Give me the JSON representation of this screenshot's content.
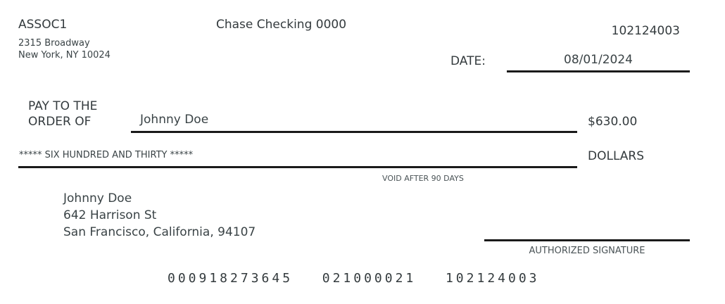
{
  "payer": {
    "name": "ASSOC1",
    "address_line1": "2315 Broadway",
    "address_line2": "New York, NY 10024"
  },
  "bank_account": "Chase Checking 0000",
  "check_number": "102124003",
  "date": {
    "label": "DATE:",
    "value": "08/01/2024"
  },
  "pay_to": {
    "label_line1": "PAY TO THE",
    "label_line2": "ORDER OF",
    "payee": "Johnny Doe",
    "amount": "$630.00"
  },
  "amount_words": "***** SIX HUNDRED AND THIRTY *****",
  "currency_label": "DOLLARS",
  "void_notice": "VOID AFTER 90 DAYS",
  "recipient": {
    "name": "Johnny Doe",
    "street": "642 Harrison St",
    "city_state_zip": "San Francisco, California, 94107"
  },
  "signature_label": "AUTHORIZED SIGNATURE",
  "micr": {
    "account": "000918273645",
    "routing": "021000021",
    "check": "102124003"
  },
  "colors": {
    "text": "#3a4346",
    "rule": "#1a1a1a",
    "background": "#ffffff"
  }
}
